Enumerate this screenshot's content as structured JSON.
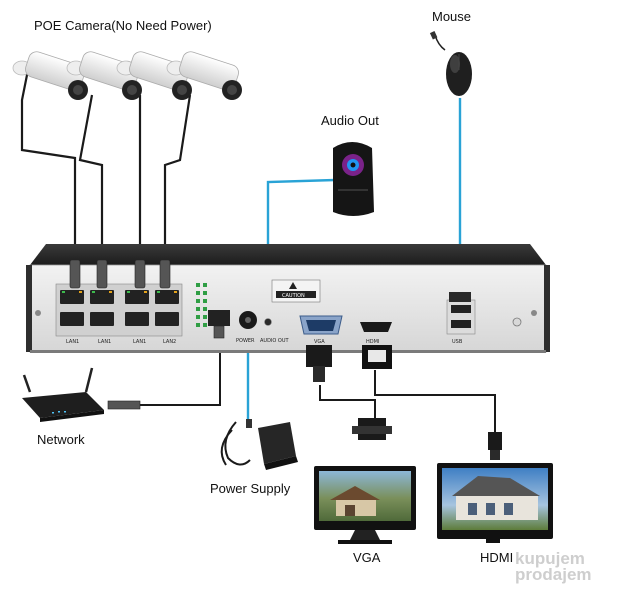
{
  "labels": {
    "poe_camera": "POE Camera(No Need Power)",
    "mouse": "Mouse",
    "audio_out": "Audio Out",
    "network": "Network",
    "power_supply": "Power Supply",
    "vga": "VGA",
    "hdmi": "HDMI"
  },
  "panel": {
    "lan_ports": [
      "LAN1",
      "LAN1",
      "LAN1",
      "LAN2"
    ],
    "caution": "CAUTION",
    "power": "POWER",
    "audio_out": "AUDIO OUT",
    "vga": "VGA",
    "hdmi": "HDMI",
    "usb": "USB"
  },
  "watermark": {
    "line1": "kupujem",
    "line2": "prodajem"
  },
  "colors": {
    "signal_cable": "#29a3d6",
    "cable": "#1a1a1a",
    "nvr_body": "#2b2b2b",
    "rear_panel": "#e8e8e8"
  }
}
